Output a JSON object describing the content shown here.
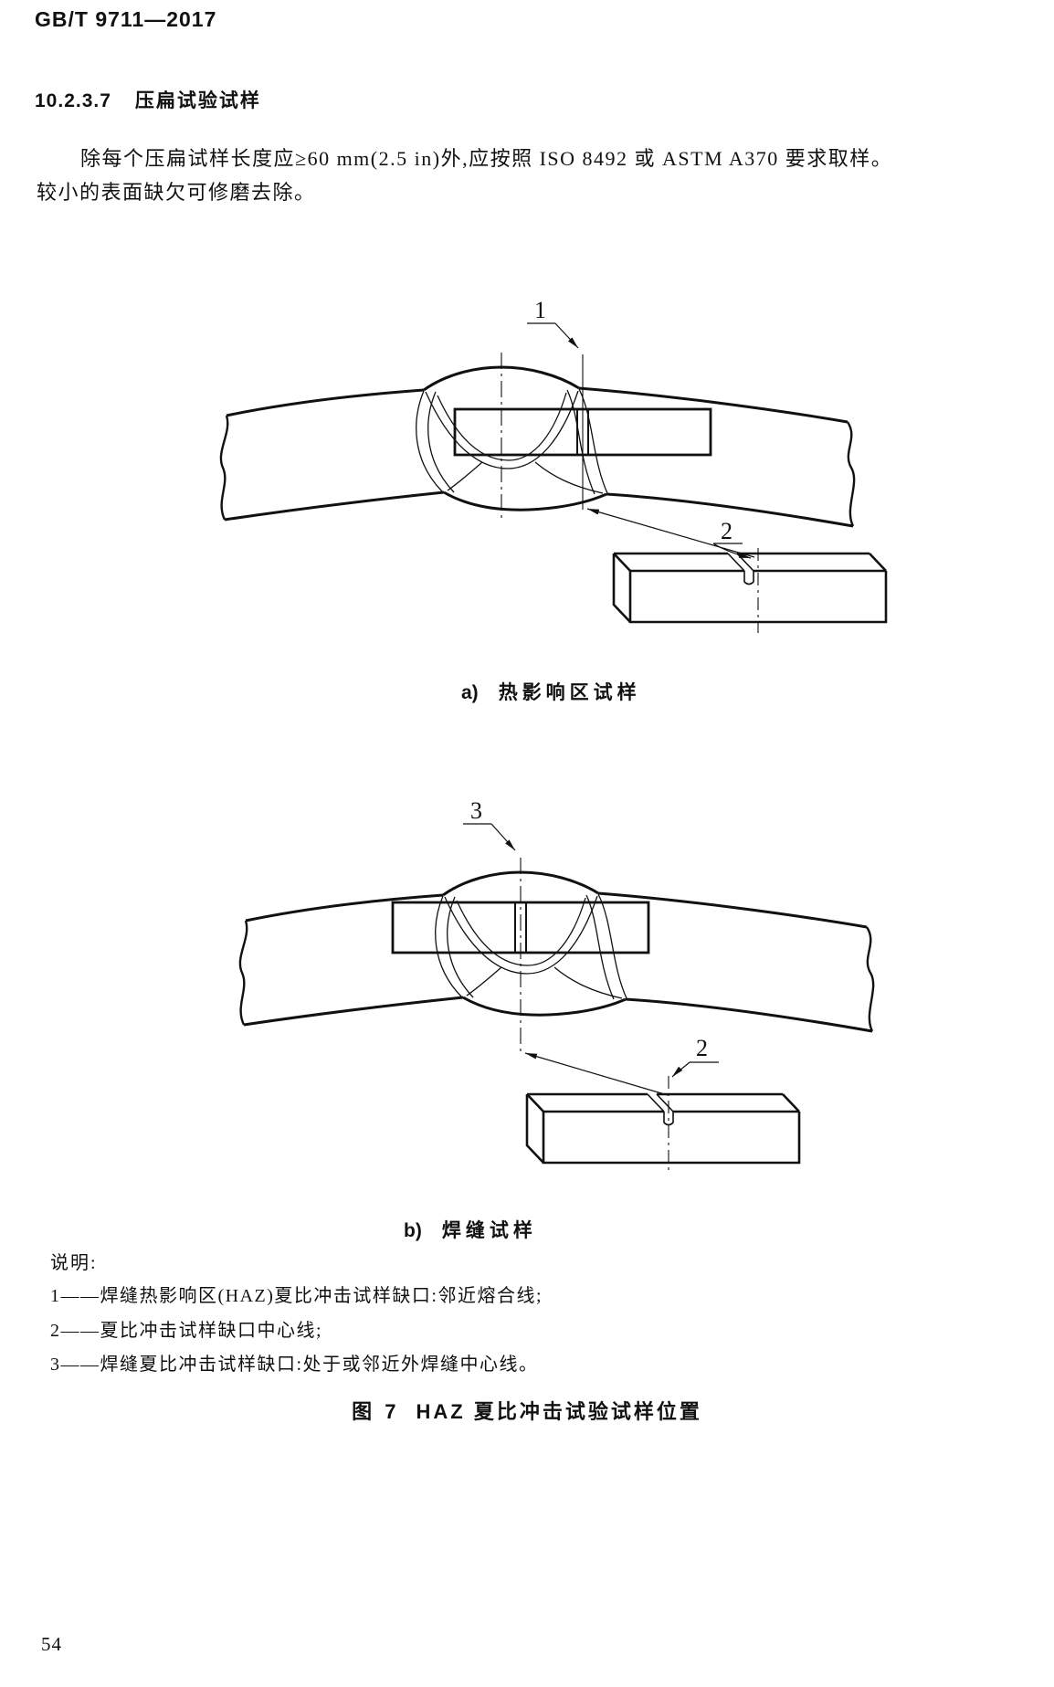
{
  "page": {
    "doc_code": "GB/T 9711—2017",
    "page_number": "54",
    "ink_color": "#111111",
    "background_color": "#ffffff"
  },
  "section": {
    "number": "10.2.3.7",
    "title": "压扁试验试样"
  },
  "paragraph": {
    "line1": "除每个压扁试样长度应≥60 mm(2.5 in)外,应按照 ISO 8492 或 ASTM A370 要求取样。",
    "line2": "较小的表面缺欠可修磨去除。"
  },
  "figure": {
    "sub_a": {
      "label": "a)",
      "caption": "热影响区试样",
      "callout_fusion_line_notch": "1",
      "callout_notch_centerline": "2"
    },
    "sub_b": {
      "label": "b)",
      "caption": "焊缝试样",
      "callout_weld_centerline_notch": "3",
      "callout_notch_centerline": "2"
    },
    "legend": {
      "title": "说明:",
      "items": [
        "1——焊缝热影响区(HAZ)夏比冲击试样缺口:邻近熔合线;",
        "2——夏比冲击试样缺口中心线;",
        "3——焊缝夏比冲击试样缺口:处于或邻近外焊缝中心线。"
      ]
    },
    "title_prefix": "图 7",
    "title_text": "HAZ 夏比冲击试验试样位置"
  }
}
